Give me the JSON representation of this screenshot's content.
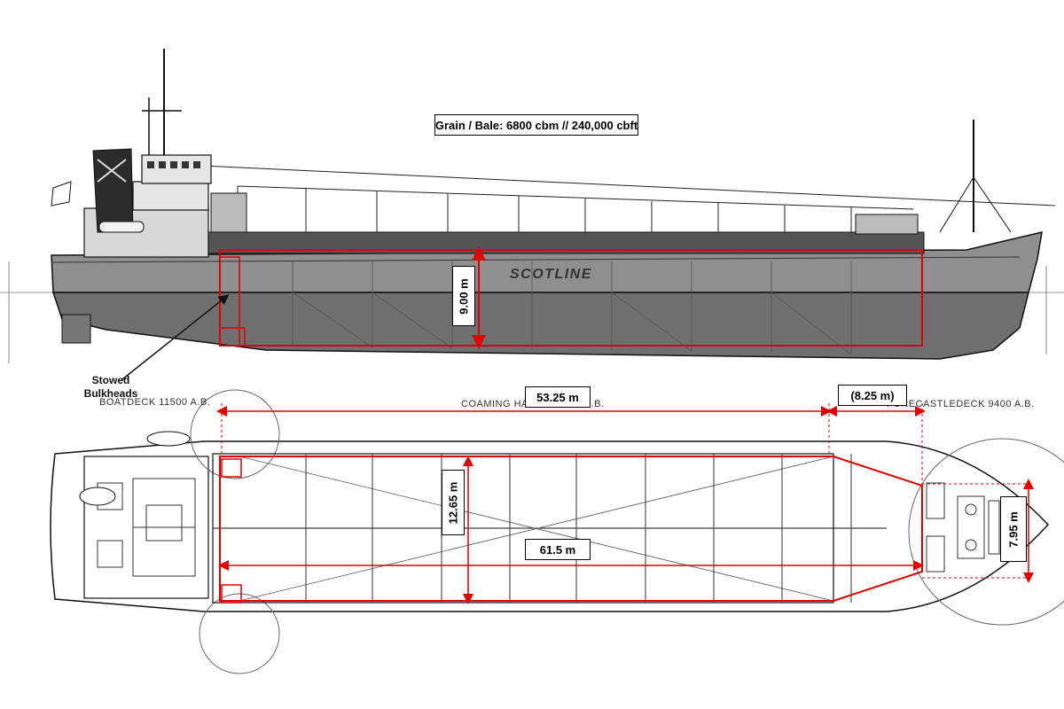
{
  "capacity_label": "Grain / Bale: 6800 cbm // 240,000 cbft",
  "side_view": {
    "hull_brand": "SCOTLINE",
    "hold_depth_label": "9.00 m",
    "callout_line1": "Stowed",
    "callout_line2": "Bulkheads"
  },
  "plan_view": {
    "boatdeck_label": "BOATDECK 11500 A.B.",
    "coaming_label": "COAMING HATCH 10500 A.B.",
    "forecastle_label": "FORECASTLEDECK 9400 A.B.",
    "hatch_length_label": "53.25 m",
    "forward_extension_label": "(8.25 m)",
    "hold_width_label": "12.65 m",
    "hold_length_label": "61.5 m",
    "fore_width_label": "7.95 m"
  },
  "colors": {
    "outline": "#111111",
    "hull_fill": "#8a8a8a",
    "hull_lower": "#6e6e6e",
    "dimension_red": "#e00000"
  }
}
